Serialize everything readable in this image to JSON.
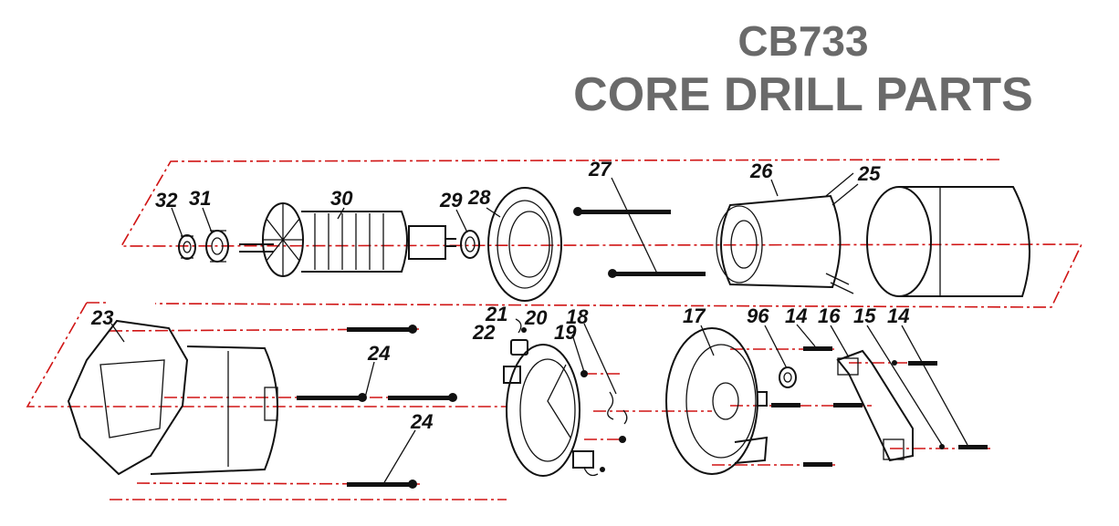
{
  "title": {
    "model": "CB733",
    "subtitle": "CORE DRILL PARTS"
  },
  "colors": {
    "title": "#6a6a6a",
    "guide_lines": "#d01414",
    "linework": "#111111"
  },
  "parts": {
    "p14a": "14",
    "p14b": "14",
    "p15": "15",
    "p16": "16",
    "p17": "17",
    "p18": "18",
    "p19": "19",
    "p20": "20",
    "p21": "21",
    "p22": "22",
    "p23": "23",
    "p24a": "24",
    "p24b": "24",
    "p25": "25",
    "p26": "26",
    "p27": "27",
    "p28": "28",
    "p29": "29",
    "p30": "30",
    "p31": "31",
    "p32": "32",
    "p96": "96"
  }
}
